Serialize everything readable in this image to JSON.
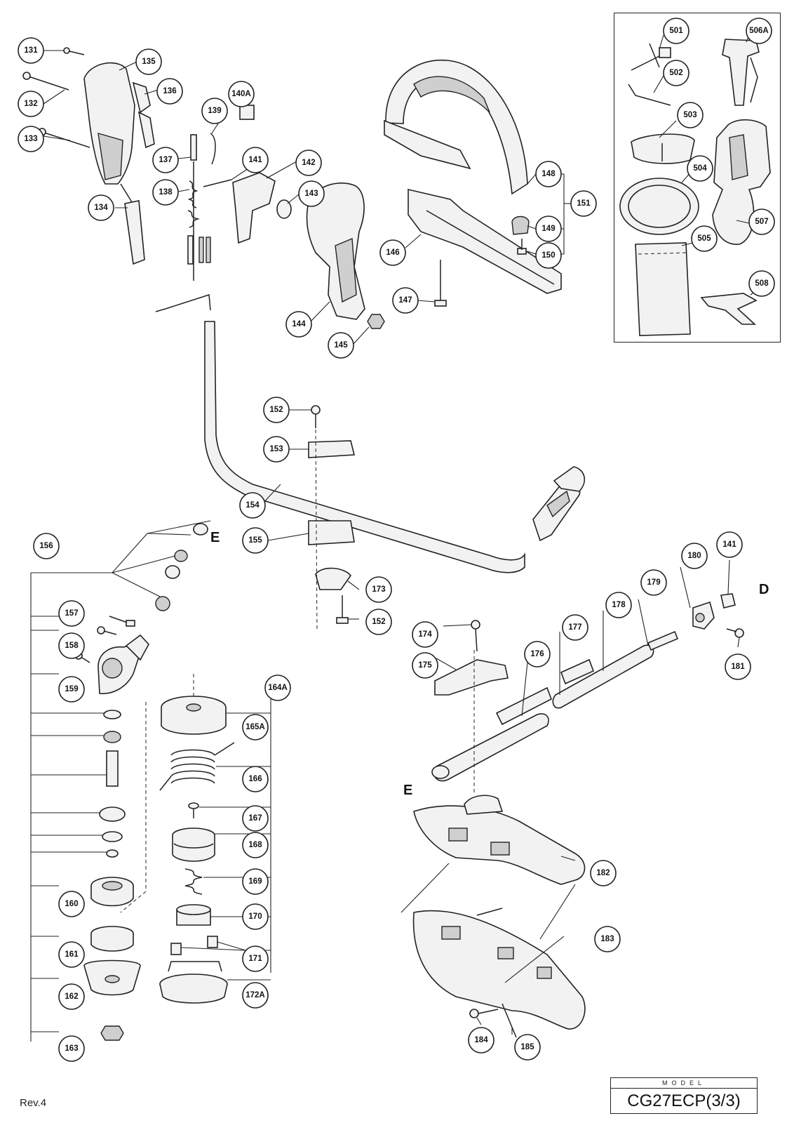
{
  "revision": "Rev.4",
  "model": {
    "caption": "MODEL",
    "name": "CG27ECP(3/3)"
  },
  "letters": {
    "e_upper": "E",
    "e_lower": "E",
    "d": "D"
  },
  "callouts": [
    "131",
    "132",
    "133",
    "134",
    "135",
    "136",
    "137",
    "138",
    "139",
    "140A",
    "141",
    "142",
    "143",
    "144",
    "145",
    "146",
    "147",
    "148",
    "149",
    "150",
    "151",
    "152",
    "153",
    "154",
    "155",
    "173",
    "152",
    "156",
    "157",
    "158",
    "159",
    "160",
    "161",
    "162",
    "163",
    "164A",
    "165A",
    "166",
    "167",
    "168",
    "169",
    "170",
    "171",
    "172A",
    "174",
    "175",
    "176",
    "177",
    "178",
    "179",
    "180",
    "141",
    "181",
    "182",
    "183",
    "184",
    "185",
    "501",
    "502",
    "503",
    "504",
    "505",
    "506A",
    "507",
    "508"
  ]
}
